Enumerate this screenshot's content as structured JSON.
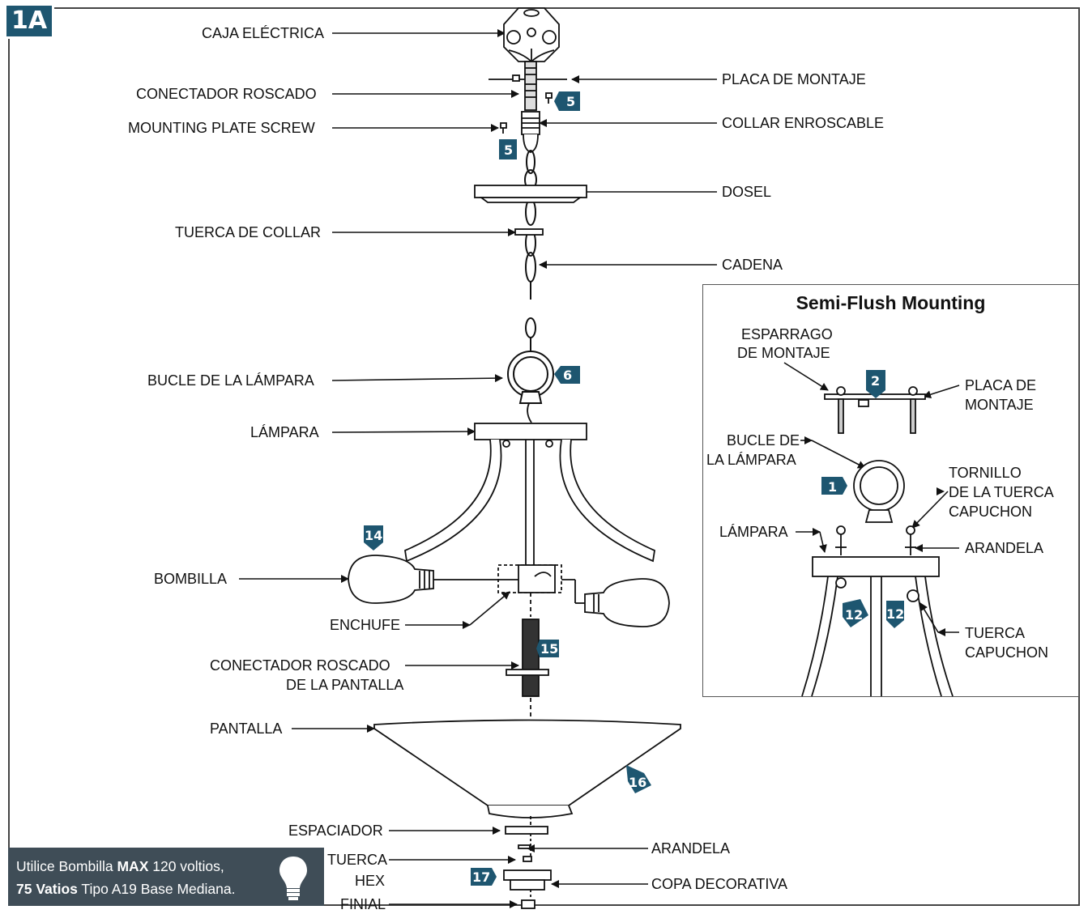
{
  "figure_tag": "1A",
  "labels": {
    "caja_electrica": "CAJA ELÉCTRICA",
    "placa_montaje": "PLACA DE MONTAJE",
    "conectador_roscado": "CONECTADOR ROSCADO",
    "mounting_plate_screw": "MOUNTING PLATE SCREW",
    "collar_enroscable": "COLLAR ENROSCABLE",
    "dosel": "DOSEL",
    "tuerca_collar": "TUERCA DE COLLAR",
    "cadena": "CADENA",
    "bucle_lampara": "BUCLE DE LA LÁMPARA",
    "lampara": "LÁMPARA",
    "bombilla": "BOMBILLA",
    "enchufe": "ENCHUFE",
    "conectador_pantalla_1": "CONECTADOR ROSCADO",
    "conectador_pantalla_2": "DE LA PANTALLA",
    "pantalla": "PANTALLA",
    "espaciador": "ESPACIADOR",
    "tuerca_hex_1": "TUERCA",
    "tuerca_hex_2": "HEX",
    "finial": "FINIAL",
    "arandela": "ARANDELA",
    "copa_decorativa": "COPA DECORATIVA"
  },
  "badges": {
    "b5a": "5",
    "b5b": "5",
    "b6": "6",
    "b14": "14",
    "b15": "15",
    "b16": "16",
    "b17": "17"
  },
  "inset": {
    "title": "Semi-Flush Mounting",
    "esparrago_1": "ESPARRAGO",
    "esparrago_2": "DE MONTAJE",
    "placa_1": "PLACA DE",
    "placa_2": "MONTAJE",
    "bucle_1": "BUCLE DE",
    "bucle_2": "LA LÁMPARA",
    "tornillo_1": "TORNILLO",
    "tornillo_2": "DE LA TUERCA",
    "tornillo_3": "CAPUCHON",
    "lampara": "LÁMPARA",
    "arandela": "ARANDELA",
    "tuerca_1": "TUERCA",
    "tuerca_2": "CAPUCHON",
    "badge_2": "2",
    "badge_1": "1",
    "badge_12a": "12",
    "badge_12b": "12"
  },
  "note": {
    "line1_pre": "Utilice Bombilla ",
    "line1_bold": "MAX",
    "line1_post": " 120 voltios,",
    "line2_bold": "75 Vatios",
    "line2_post": " Tipo A19 Base Mediana."
  },
  "colors": {
    "accent": "#1e5670",
    "note_bg": "#3f4d57"
  },
  "icons": [
    "lightbulb-icon"
  ]
}
